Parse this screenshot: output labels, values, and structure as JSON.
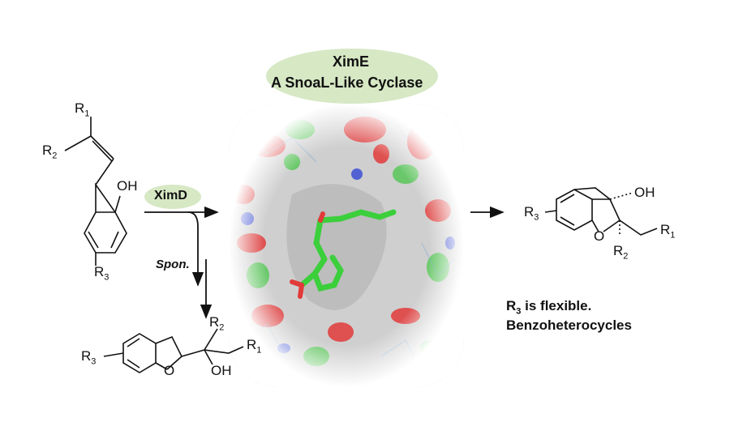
{
  "enzyme_e": {
    "name": "XimE",
    "description": "A SnoaL-Like Cyclase"
  },
  "enzyme_d": {
    "name": "XimD"
  },
  "spontaneous_label": "Spon.",
  "atoms": {
    "r1": "R",
    "r1_sub": "1",
    "r2": "R",
    "r2_sub": "2",
    "r3": "R",
    "r3_sub": "3",
    "oh": "OH",
    "o": "O"
  },
  "notes": {
    "line1_prefix": "R",
    "line1_sub": "3",
    "line1_suffix": " is flexible.",
    "line2": "Benzoheterocycles"
  },
  "colors": {
    "ellipse_green": "#d6e8c4",
    "protein_surface": "#cfcfcf",
    "ligand": "#3ccf3c",
    "oxygen": "#e23a3a",
    "nitrogen": "#3347d4"
  }
}
